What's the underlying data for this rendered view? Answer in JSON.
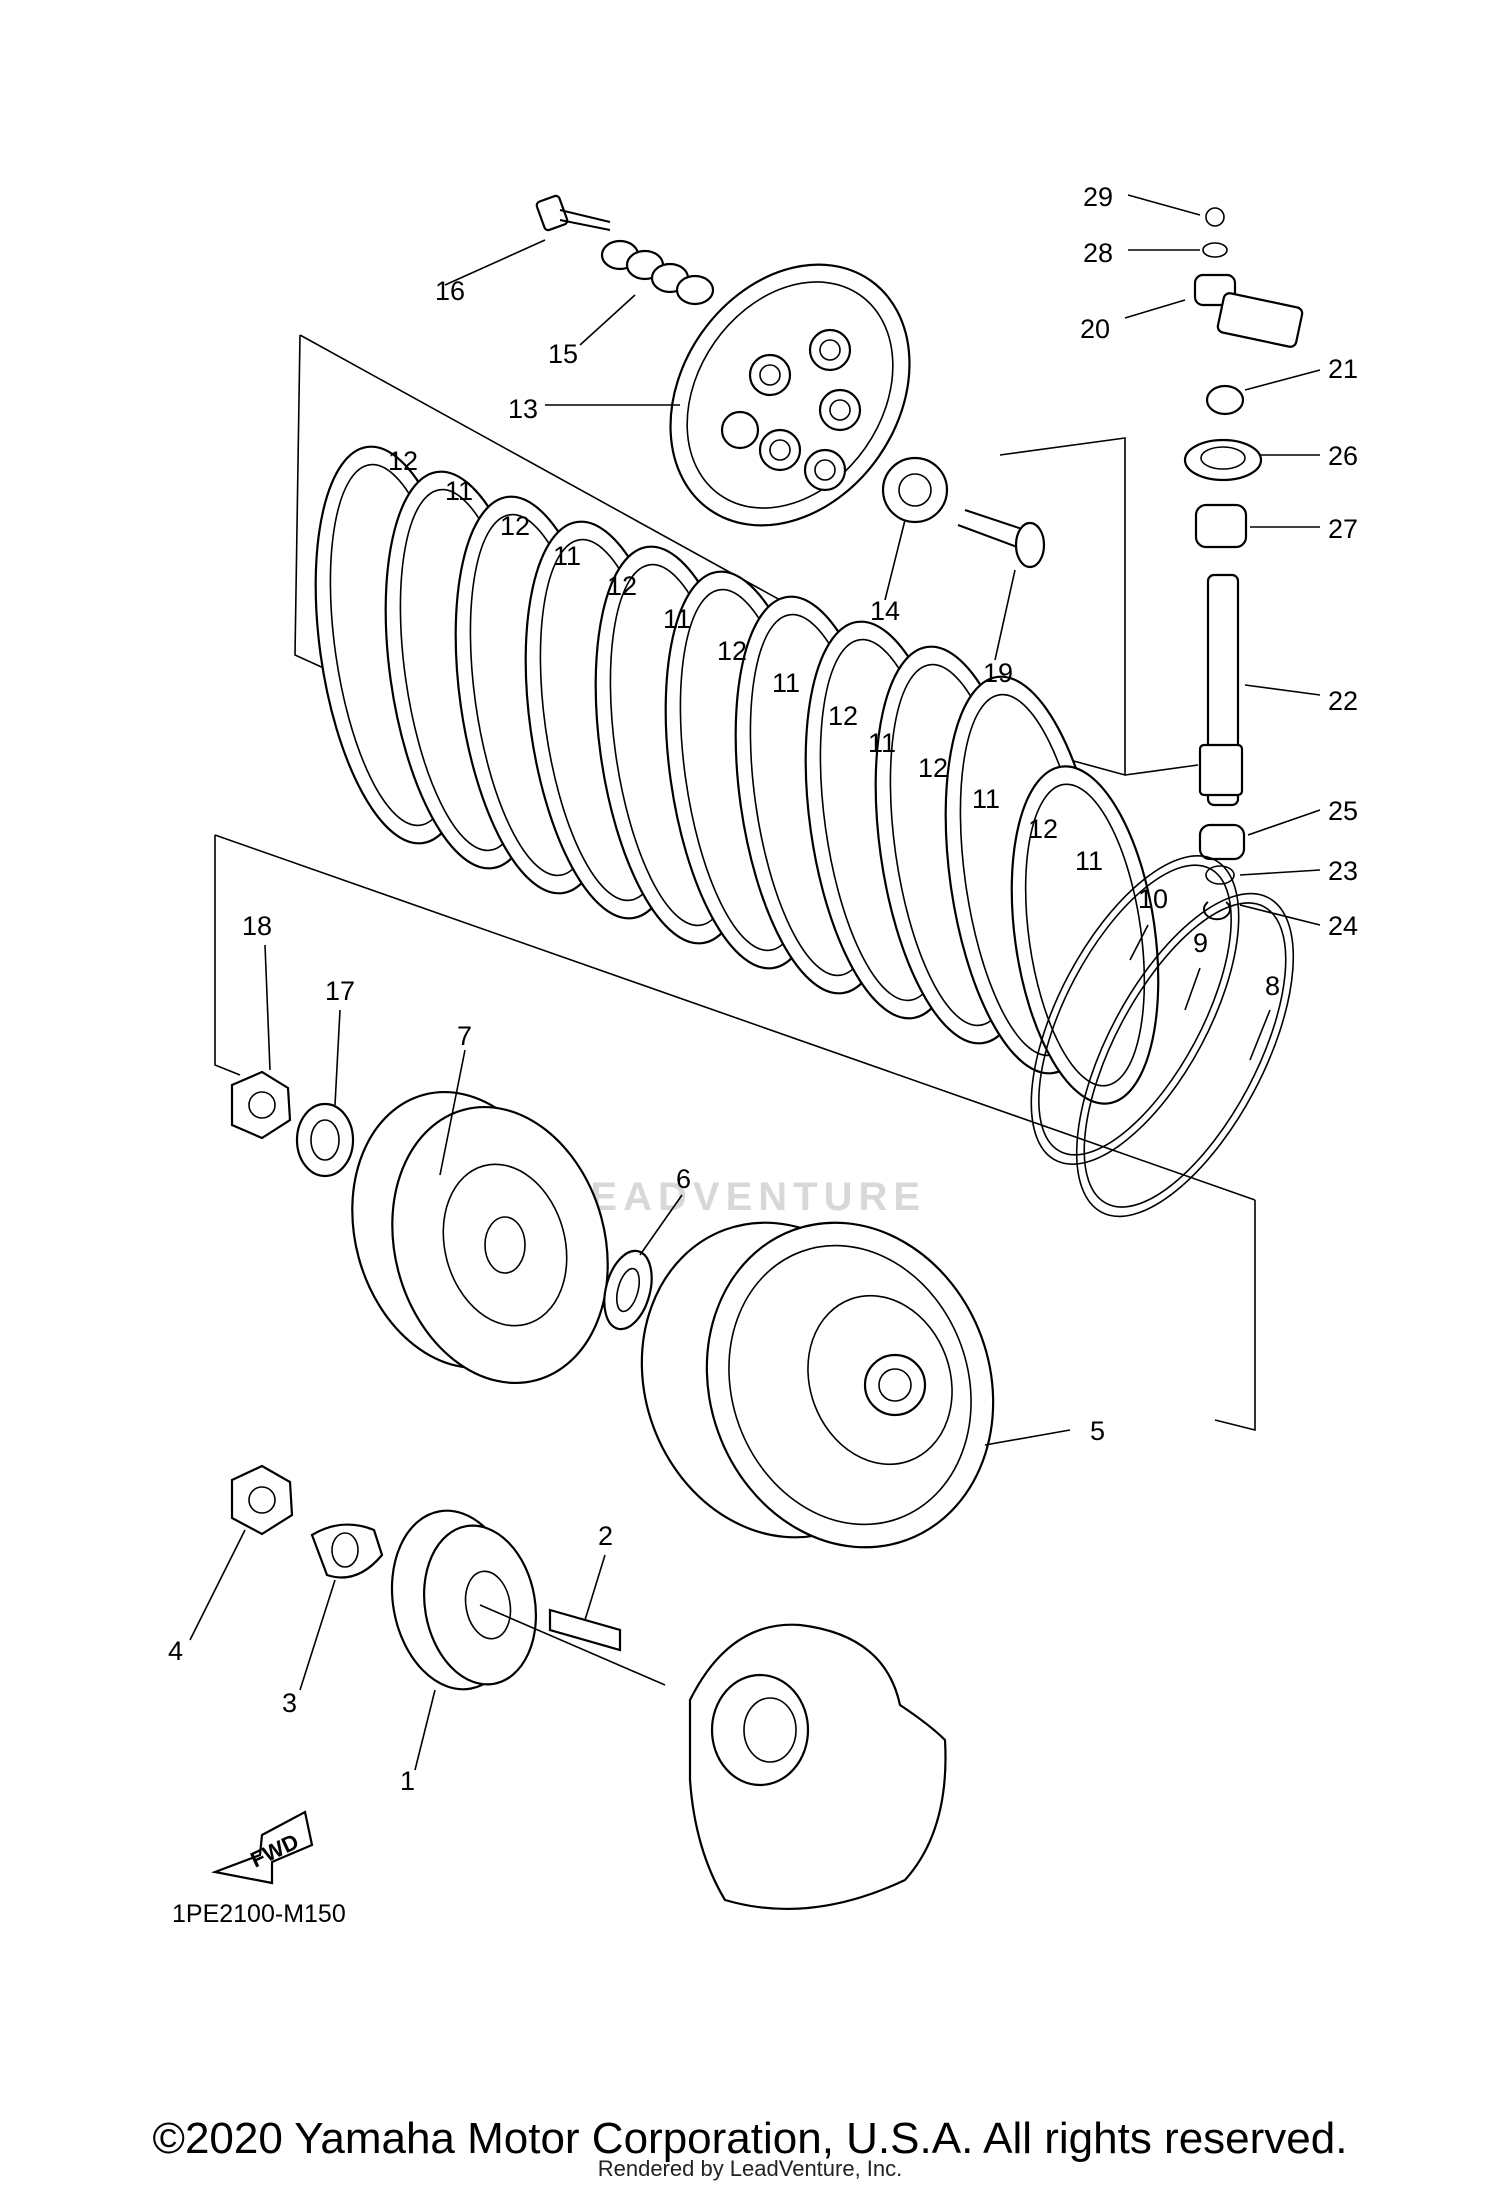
{
  "parts": {
    "p1": "1",
    "p2": "2",
    "p3": "3",
    "p4": "4",
    "p5": "5",
    "p6": "6",
    "p7": "7",
    "p8": "8",
    "p9": "9",
    "p10": "10",
    "p11": "11",
    "p12": "12",
    "p13": "13",
    "p14": "14",
    "p15": "15",
    "p16": "16",
    "p17": "17",
    "p18": "18",
    "p19": "19",
    "p20": "20",
    "p21": "21",
    "p22": "22",
    "p23": "23",
    "p24": "24",
    "p25": "25",
    "p26": "26",
    "p27": "27",
    "p28": "28",
    "p29": "29"
  },
  "diagram_code": "1PE2100-M150",
  "fwd_label": "FWD",
  "watermark": "LEADVENTURE",
  "copyright": "©2020 Yamaha Motor Corporation, U.S.A. All rights reserved.",
  "rendered_by": "Rendered by LeadVenture, Inc."
}
